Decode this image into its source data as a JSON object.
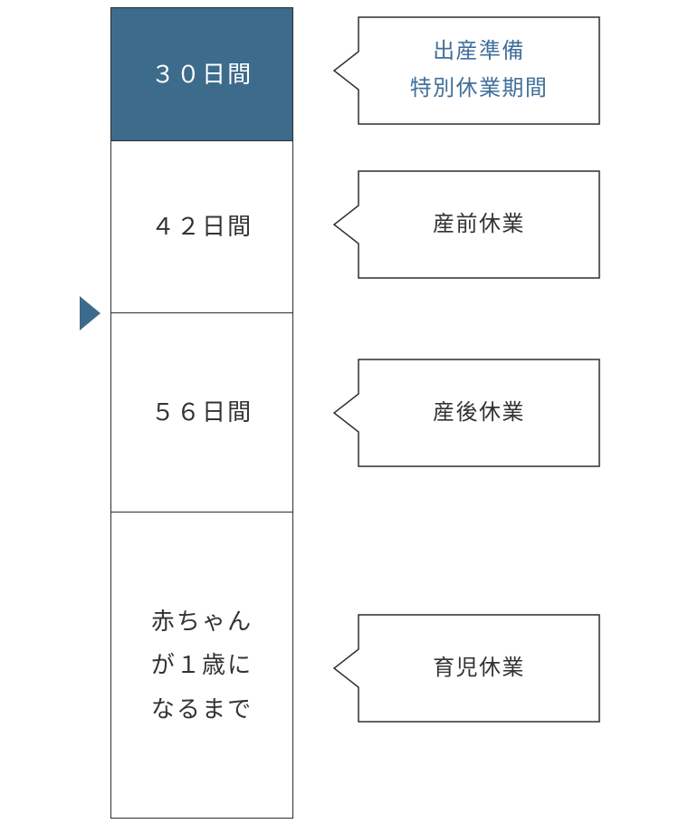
{
  "diagram_title": "maternity-and-childcare-leave-timeline",
  "colors": {
    "accent_fill": "#3d6b8c",
    "accent_text": "#41709b",
    "border": "#2e2e2e",
    "text": "#333333",
    "background": "#ffffff"
  },
  "timeline": {
    "segments": [
      {
        "label": "３０日間",
        "highlighted": true
      },
      {
        "label": "４２日間",
        "highlighted": false
      },
      {
        "label": "５６日間",
        "highlighted": false
      },
      {
        "label": "赤ちゃんが１歳になるまで",
        "lines": [
          "赤ちゃん",
          "が１歳に",
          "なるまで"
        ],
        "highlighted": false
      }
    ]
  },
  "marker": {
    "meaning": "birth-point-arrow"
  },
  "callouts": [
    {
      "lines": [
        "出産準備",
        "特別休業期間"
      ],
      "accent": true
    },
    {
      "lines": [
        "産前休業"
      ],
      "accent": false
    },
    {
      "lines": [
        "産後休業"
      ],
      "accent": false
    },
    {
      "lines": [
        "育児休業"
      ],
      "accent": false
    }
  ]
}
